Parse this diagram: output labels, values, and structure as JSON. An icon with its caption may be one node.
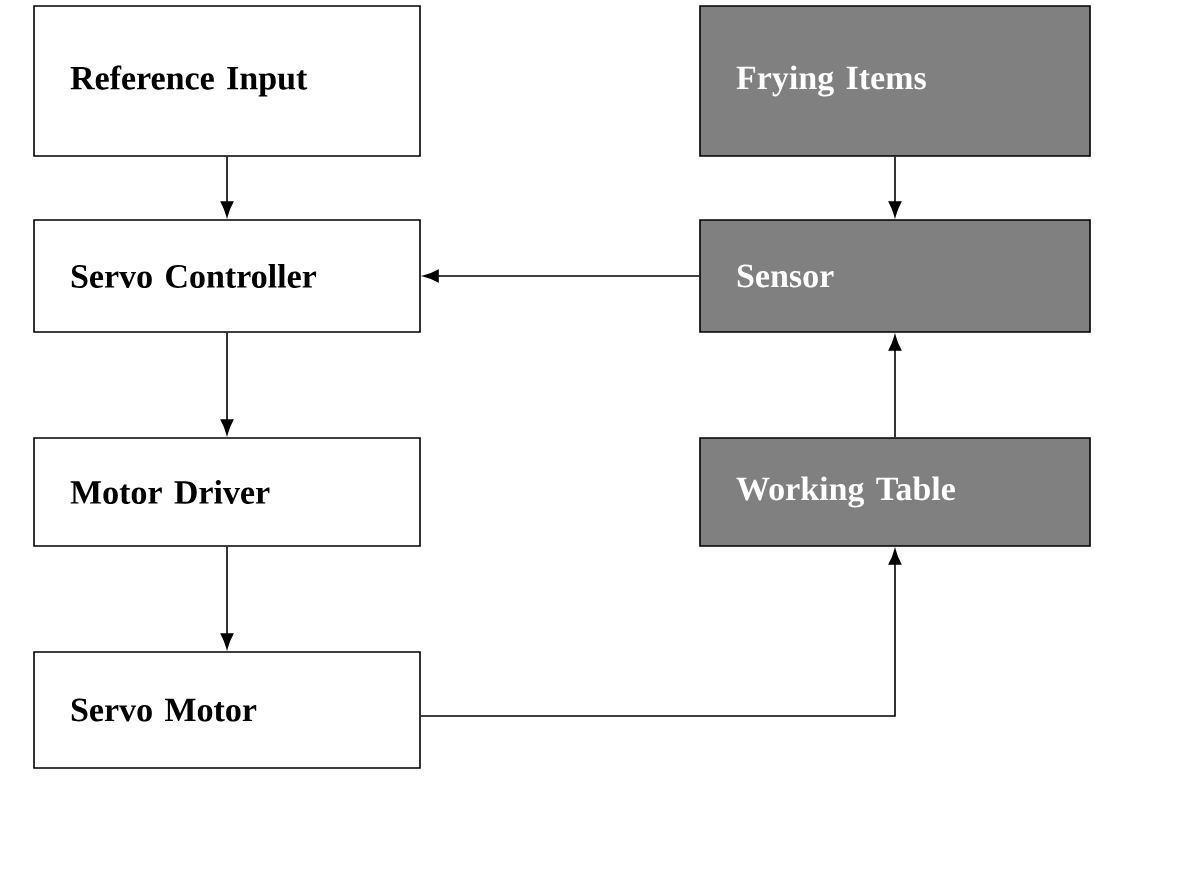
{
  "diagram": {
    "nodes": [
      {
        "text": [
          "Reference Input"
        ]
      },
      {
        "text": [
          "Servo Controller"
        ]
      },
      {
        "text": [
          "Motor Driver"
        ]
      },
      {
        "text": [
          "Servo Motor"
        ]
      },
      {
        "text": [
          "Frying Items"
        ]
      },
      {
        "text": [
          "Sensor"
        ]
      },
      {
        "text": [
          "Working Table"
        ]
      }
    ],
    "edges": [
      {
        "from": 0,
        "to": 1,
        "arrow": "to"
      },
      {
        "from": 1,
        "to": 2,
        "arrow": "to"
      },
      {
        "from": 2,
        "to": 3,
        "arrow": "to"
      },
      {
        "from": 4,
        "to": 5,
        "arrow": "to"
      },
      {
        "from": 5,
        "to": 1,
        "arrow": "to"
      },
      {
        "from": 6,
        "to": 5,
        "arrow": "to"
      },
      {
        "from": 3,
        "to": 6,
        "arrow": "to"
      }
    ]
  }
}
